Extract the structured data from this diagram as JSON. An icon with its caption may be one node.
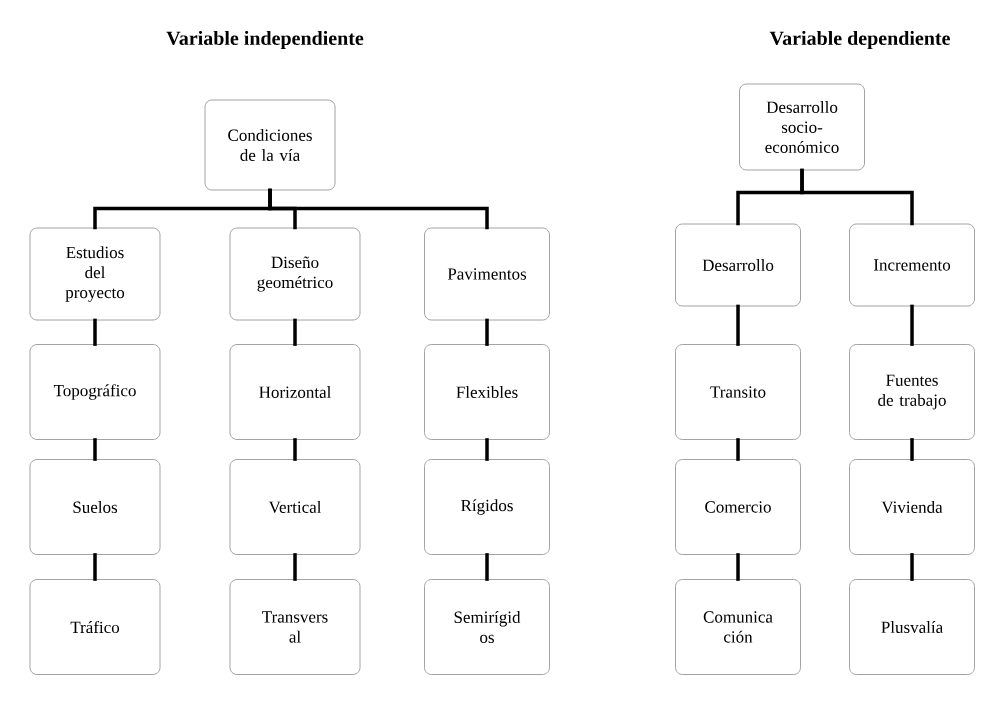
{
  "diagram": {
    "nodes": [
      {
        "text": [
          "Condiciones de la vía"
        ]
      },
      {
        "text": [
          "Estudios del proyecto"
        ]
      },
      {
        "text": [
          "Diseño geométrico"
        ]
      },
      {
        "text": [
          "Pavimentos"
        ]
      },
      {
        "text": [
          "Topográfico"
        ]
      },
      {
        "text": [
          "Horizontal"
        ]
      },
      {
        "text": [
          "Flexibles"
        ]
      },
      {
        "text": [
          "Suelos"
        ]
      },
      {
        "text": [
          "Vertical"
        ]
      },
      {
        "text": [
          "Rígidos"
        ]
      },
      {
        "text": [
          "Tráfico"
        ]
      },
      {
        "text": [
          "Transvers al"
        ]
      },
      {
        "text": [
          "Semirígid os"
        ]
      },
      {
        "text": [
          "Desarrollo socio- económico"
        ]
      },
      {
        "text": [
          "Desarrollo"
        ]
      },
      {
        "text": [
          "Incremento"
        ]
      },
      {
        "text": [
          "Transito"
        ]
      },
      {
        "text": [
          "Fuentes de trabajo"
        ]
      },
      {
        "text": [
          "Comercio"
        ]
      },
      {
        "text": [
          "Vivienda"
        ]
      },
      {
        "text": [
          "Comunica ción"
        ]
      },
      {
        "text": [
          "Plusvalía"
        ]
      }
    ],
    "edges": [
      {
        "from": 0,
        "to": 1,
        "arrow": "none"
      },
      {
        "from": 0,
        "to": 2,
        "arrow": "none"
      },
      {
        "from": 0,
        "to": 3,
        "arrow": "none"
      },
      {
        "from": 1,
        "to": 4,
        "arrow": "none"
      },
      {
        "from": 2,
        "to": 5,
        "arrow": "none"
      },
      {
        "from": 3,
        "to": 6,
        "arrow": "none"
      },
      {
        "from": 4,
        "to": 7,
        "arrow": "none"
      },
      {
        "from": 5,
        "to": 8,
        "arrow": "none"
      },
      {
        "from": 6,
        "to": 9,
        "arrow": "none"
      },
      {
        "from": 7,
        "to": 10,
        "arrow": "none"
      },
      {
        "from": 8,
        "to": 11,
        "arrow": "none"
      },
      {
        "from": 9,
        "to": 12,
        "arrow": "none"
      },
      {
        "from": 13,
        "to": 14,
        "arrow": "none"
      },
      {
        "from": 13,
        "to": 15,
        "arrow": "none"
      },
      {
        "from": 14,
        "to": 16,
        "arrow": "none"
      },
      {
        "from": 15,
        "to": 17,
        "arrow": "none"
      },
      {
        "from": 16,
        "to": 18,
        "arrow": "none"
      },
      {
        "from": 17,
        "to": 19,
        "arrow": "none"
      },
      {
        "from": 18,
        "to": 20,
        "arrow": "none"
      },
      {
        "from": 19,
        "to": 21,
        "arrow": "none"
      }
    ],
    "labels": [
      "Variable independiente",
      "Variable dependiente"
    ]
  }
}
